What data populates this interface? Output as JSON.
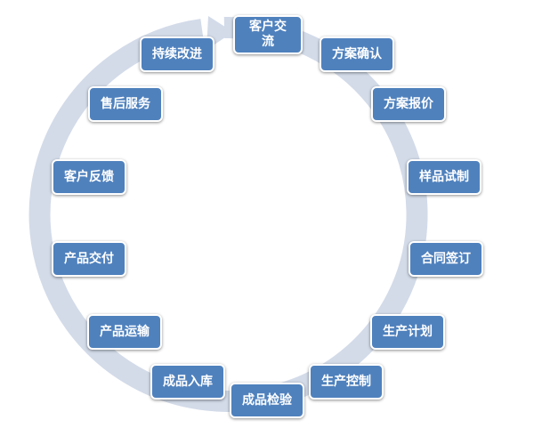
{
  "diagram": {
    "type": "cycle",
    "direction": "clockwise",
    "colors": {
      "node_fill": "#4f81bd",
      "node_border": "#ffffff",
      "ring": "#d3dbe9",
      "text": "#ffffff"
    },
    "steps": [
      "客户交流",
      "方案确认",
      "方案报价",
      "样品试制",
      "合同签订",
      "生产计划",
      "生产控制",
      "成品检验",
      "成品入库",
      "产品运输",
      "产品交付",
      "客户反馈",
      "售后服务",
      "持续改进"
    ]
  }
}
